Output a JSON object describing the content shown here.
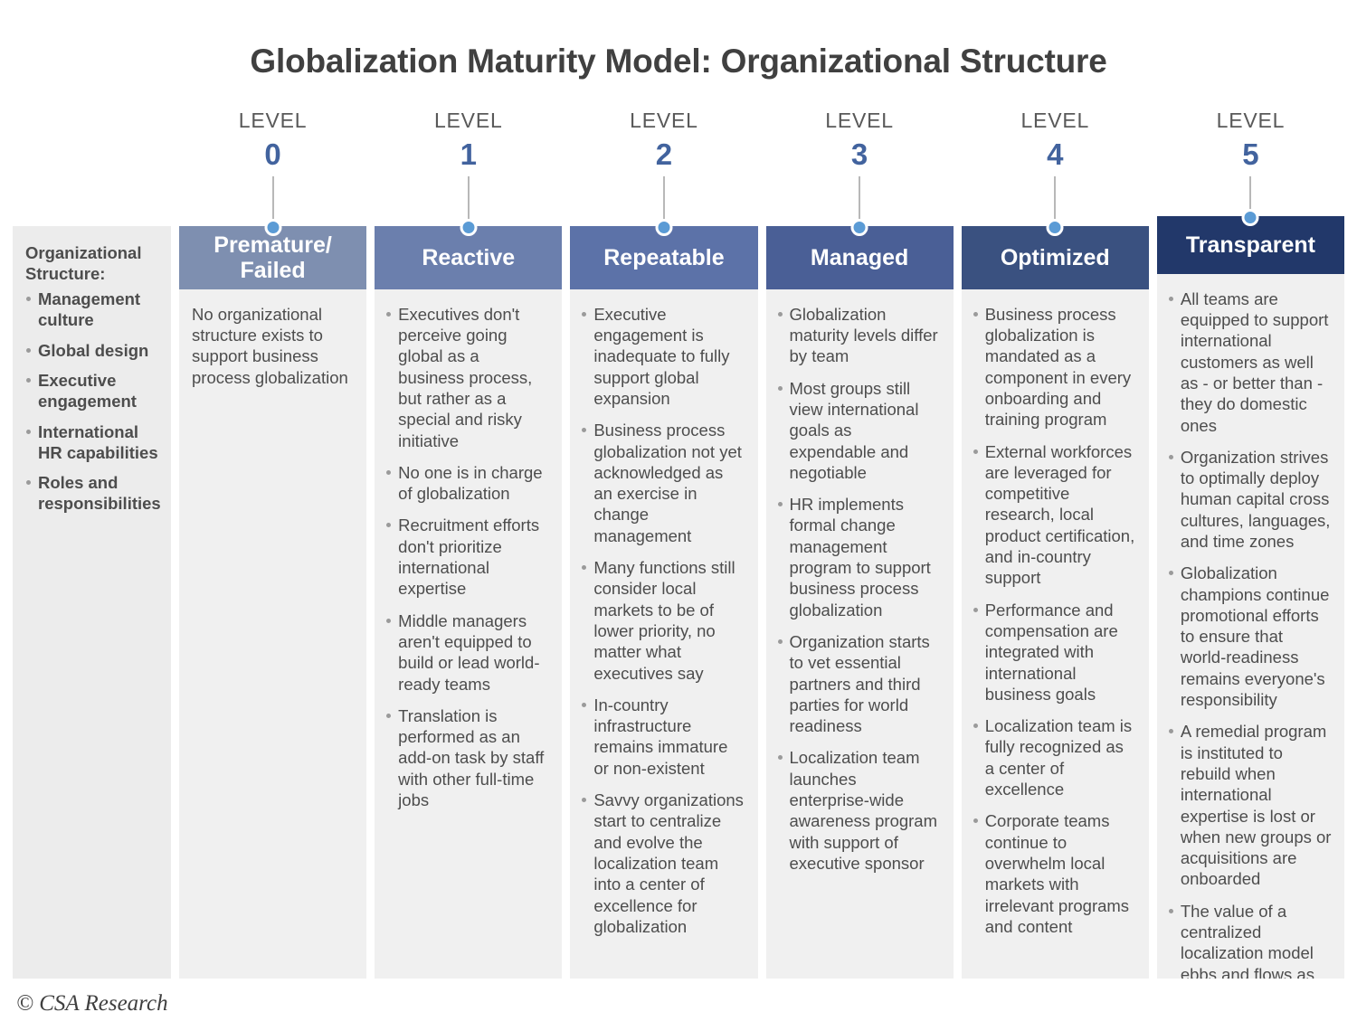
{
  "title": "Globalization Maturity Model: Organizational Structure",
  "level_word": "LEVEL",
  "footer": "© CSA Research",
  "sidebar": {
    "heading": "Organizational Structure:",
    "items": [
      "Management culture",
      "Global design",
      "Executive engagement",
      "International HR capabilities",
      "Roles and responsibilities"
    ]
  },
  "colors": {
    "level0": "#7e8fb0",
    "level1": "#6b7fad",
    "level2": "#5c72a8",
    "level3": "#4a5f96",
    "level4": "#3a5180",
    "level5": "#22386a",
    "dot": "#5b9bd5",
    "level_number": "#42639e",
    "panel": "#f0f0f0",
    "sidebar_panel": "#ececec"
  },
  "levels": [
    {
      "number": "0",
      "name": "Premature/ Failed",
      "plain": "No organizational structure exists to support business process globalization",
      "items": []
    },
    {
      "number": "1",
      "name": "Reactive",
      "plain": "",
      "items": [
        "Executives don't perceive going global as a business process, but rather as a special and risky initiative",
        "No one is in charge of globalization",
        "Recruitment efforts don't prioritize international expertise",
        "Middle managers aren't equipped to build or lead world-ready teams",
        "Translation is performed as an add-on task by staff with other full-time jobs"
      ]
    },
    {
      "number": "2",
      "name": "Repeatable",
      "plain": "",
      "items": [
        "Executive engagement is inadequate to fully support global expansion",
        "Business process globalization not yet acknowledged as an exercise in change management",
        "Many functions still consider local markets to be of lower priority, no matter what executives say",
        "In-country infrastructure remains immature or non-existent",
        "Savvy organizations start to centralize and evolve the localization team into a center of excellence for globalization"
      ]
    },
    {
      "number": "3",
      "name": "Managed",
      "plain": "",
      "items": [
        "Globalization maturity levels differ by team",
        "Most groups still view international goals as expendable and negotiable",
        "HR implements formal change management program to support business process globalization",
        "Organization starts to vet essential partners and third parties for world readiness",
        "Localization team launches enterprise-wide awareness program with support of executive sponsor"
      ]
    },
    {
      "number": "4",
      "name": "Optimized",
      "plain": "",
      "items": [
        "Business process globalization is mandated as a component in every onboarding and training program",
        "External workforces are leveraged for competitive research, local product certification, and in-country support",
        "Performance and compensation are integrated with international business goals",
        "Localization team is fully recognized as a center of excellence",
        "Corporate teams continue to overwhelm local markets with irrelevant programs and content"
      ]
    },
    {
      "number": "5",
      "name": "Transparent",
      "plain": "",
      "items": [
        "All teams are equipped to support international customers as well as - or better than - they do domestic ones",
        "Organization strives to optimally deploy human capital cross cultures, languages, and time zones",
        "Globalization champions continue promotional efforts to ensure that world-readiness remains everyone's responsibility",
        "A remedial program is instituted to rebuild when international expertise is lost or when new groups or acquisitions are onboarded",
        "The value of a centralized localization model ebbs and flows as the organization evolves"
      ]
    }
  ]
}
